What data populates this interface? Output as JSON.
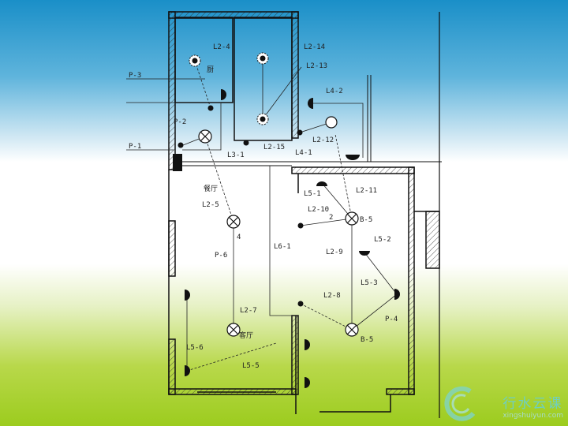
{
  "plan": {
    "room_labels": {
      "kitchen": "厨",
      "dining": "餐厅",
      "living": "客厅"
    },
    "circuit_labels": {
      "l2_4": "L2-4",
      "l2_14": "L2-14",
      "l2_13": "L2-13",
      "p_3": "P-3",
      "p_2": "P-2",
      "p_1": "P-1",
      "l3_1": "L3-1",
      "l2_15": "L2-15",
      "l4_1": "L4-1",
      "l4_2": "L4-2",
      "l2_12": "L2-12",
      "l5_1": "L5-1",
      "l2_11": "L2-11",
      "l2_10": "L2-10",
      "l2_5": "L2-5",
      "l6_1": "L6-1",
      "p_6": "P-6",
      "l5_2": "L5-2",
      "l2_9": "L2-9",
      "l5_3": "L5-3",
      "l2_8": "L2-8",
      "l2_7": "L2-7",
      "p_4": "P-4",
      "l5_6": "L5-6",
      "l5_5": "L5-5",
      "b5a": "B-5",
      "b5b": "B-5",
      "n2": "2",
      "n4": "4"
    }
  },
  "watermark": {
    "cn": "行水云课",
    "en": "xingshuiyun.com"
  }
}
